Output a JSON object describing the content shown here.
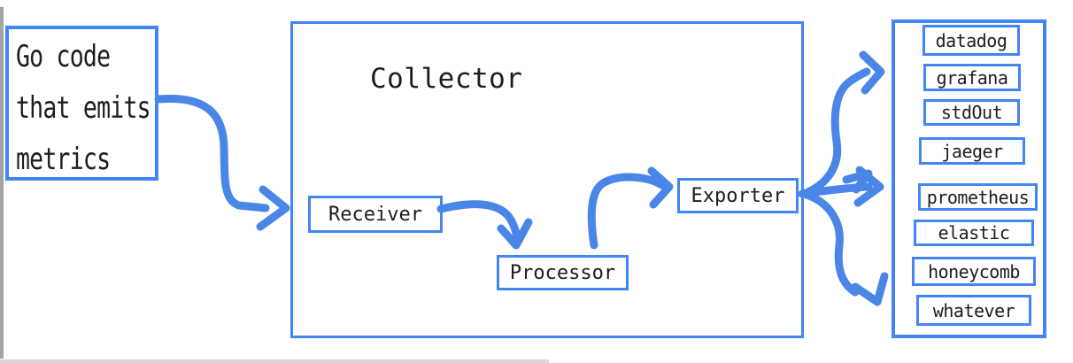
{
  "colors": {
    "accent_border": "#4285f4",
    "arrow_stroke": "#4a86e8",
    "text": "#1d1d1f",
    "canvas_edge": "#a3a3a3"
  },
  "source": {
    "label": "Go code\nthat emits\nmetrics"
  },
  "collector": {
    "title": "Collector",
    "stages": {
      "receiver": "Receiver",
      "processor": "Processor",
      "exporter": "Exporter"
    }
  },
  "sinks": {
    "items": [
      {
        "label": "datadog"
      },
      {
        "label": "grafana"
      },
      {
        "label": "stdOut"
      },
      {
        "label": "jaeger"
      },
      {
        "label": "prometheus"
      },
      {
        "label": "elastic"
      },
      {
        "label": "honeycomb"
      },
      {
        "label": "whatever"
      }
    ]
  },
  "icons": {
    "arrows": [
      "arrow-source-to-receiver",
      "arrow-receiver-to-processor",
      "arrow-processor-to-exporter",
      "arrow-exporter-fanout-up",
      "arrow-exporter-fanout-middle",
      "arrow-exporter-fanout-down"
    ]
  }
}
